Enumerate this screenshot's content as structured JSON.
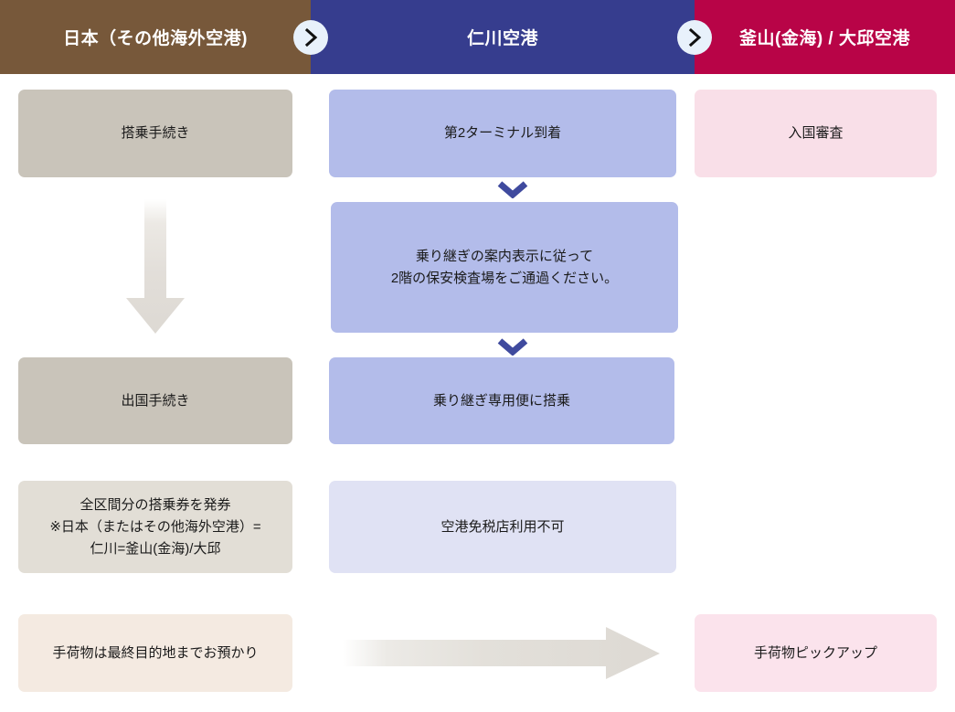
{
  "header": {
    "segments": [
      {
        "id": "origin",
        "label": "日本（その他海外空港)",
        "color": "#77583a"
      },
      {
        "id": "hub",
        "label": "仁川空港",
        "color": "#363d8e"
      },
      {
        "id": "dest",
        "label": "釜山(金海) / 大邱空港",
        "color": "#b80447"
      }
    ],
    "connector_icon": "chevron-right-icon",
    "connector_circle_color": "#e8f1fb",
    "connector_glyph_color": "#111111"
  },
  "columns": {
    "left": {
      "steps": [
        {
          "id": "checkin",
          "label": "搭乗手続き",
          "color": "#c9c4ba"
        },
        {
          "id": "departure",
          "label": "出国手続き",
          "color": "#c9c4ba"
        },
        {
          "id": "boardpass",
          "label": "全区間分の搭乗券を発券\n※日本（またはその他海外空港）=\n仁川=釜山(金海)/大邱",
          "color": "#e2ded6"
        },
        {
          "id": "baggage",
          "label": "手荷物は最終目的地までお預かり",
          "color": "#f4eae1"
        }
      ],
      "arrow_down_color": "#e2ded9"
    },
    "center": {
      "steps": [
        {
          "id": "arrival",
          "label": "第2ターミナル到着",
          "color": "#b3bcea"
        },
        {
          "id": "transit",
          "label": "乗り継ぎの案内表示に従って\n2階の保安検査場をご通過ください。",
          "color": "#b3bcea"
        },
        {
          "id": "boarding",
          "label": "乗り継ぎ専用便に搭乗",
          "color": "#b3bcea"
        },
        {
          "id": "dutyfree",
          "label": "空港免税店利用不可",
          "color": "#e0e2f4"
        }
      ],
      "connector_icon": "chevron-down-icon",
      "connector_color": "#3f4a9e"
    },
    "right": {
      "steps": [
        {
          "id": "immigration",
          "label": "入国審査",
          "color": "#f9dfe8"
        },
        {
          "id": "pickup",
          "label": "手荷物ピックアップ",
          "color": "#fbe3ec"
        }
      ]
    }
  },
  "baggage_arrow": {
    "icon": "arrow-right-icon",
    "color": "#ddd9d3"
  }
}
